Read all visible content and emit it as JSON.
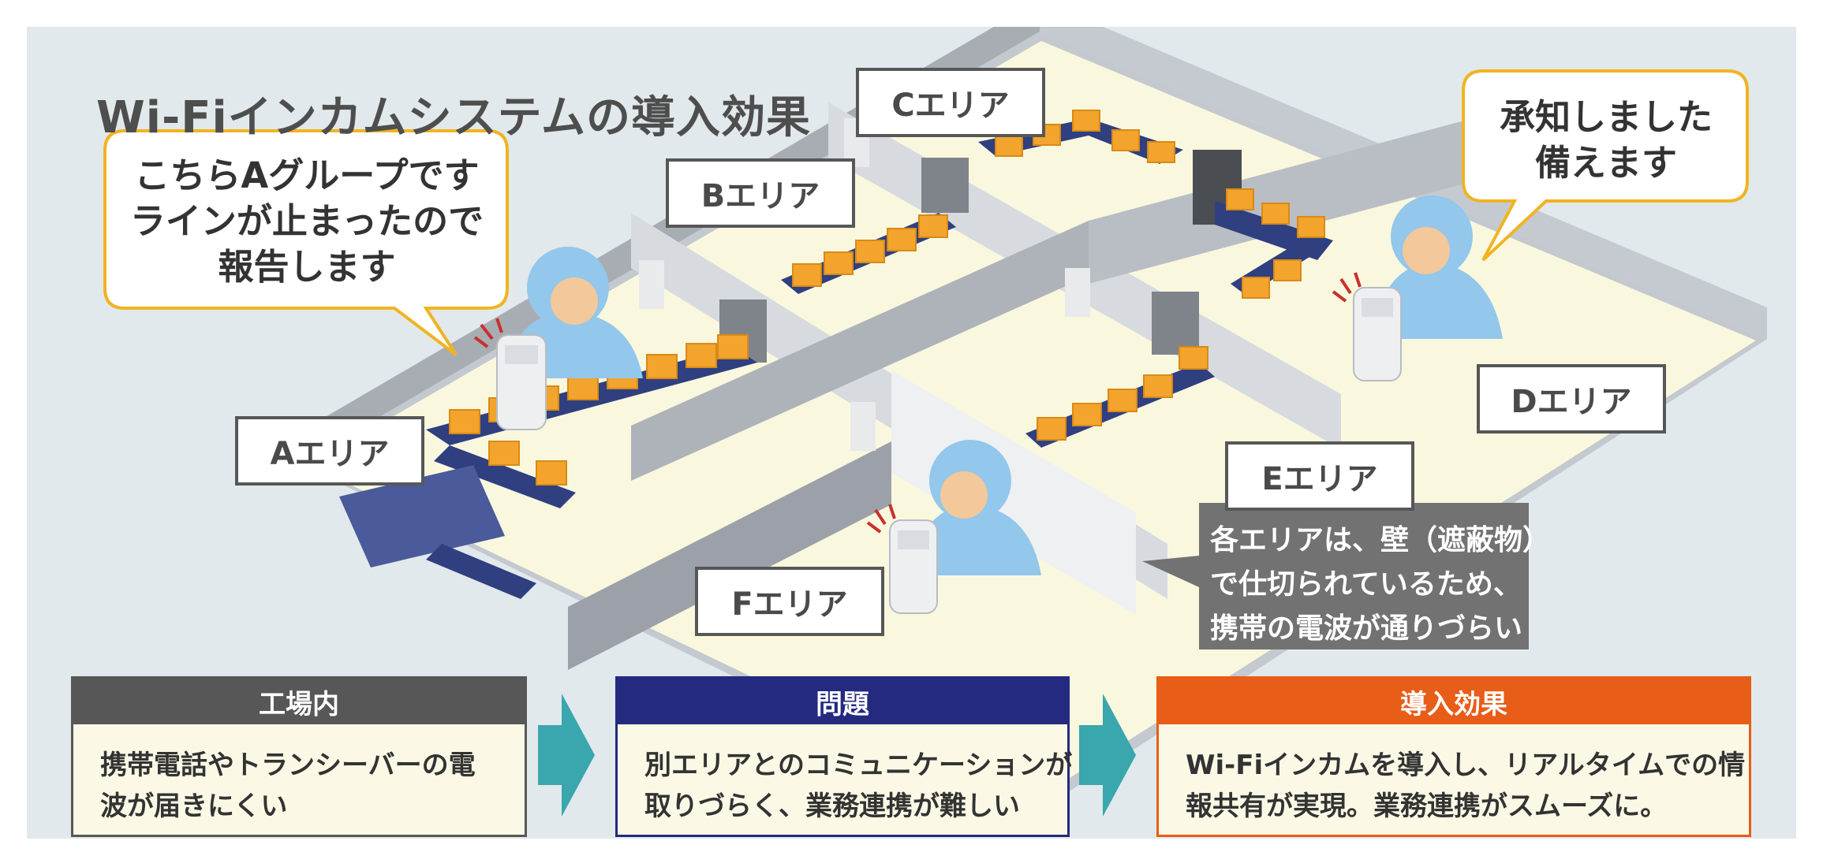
{
  "title": "Wi-Fiインカムシステムの導入効果",
  "areas": {
    "a": "Aエリア",
    "b": "Bエリア",
    "c": "Cエリア",
    "d": "Dエリア",
    "e": "Eエリア",
    "f": "Fエリア"
  },
  "bubble_left": {
    "line1": "こちらAグループです",
    "line2": "ラインが止まったので",
    "line3": "報告します"
  },
  "bubble_right": {
    "line1": "承知しました",
    "line2": "備えます"
  },
  "wall_note": {
    "line1": "各エリアは、壁（遮蔽物）",
    "line2": "で仕切られているため、",
    "line3": "携帯の電波が通りづらい"
  },
  "boxes": [
    {
      "heading": "工場内",
      "line1": "携帯電話やトランシーバーの電",
      "line2": "波が届きにくい",
      "color": "#575757"
    },
    {
      "heading": "問題",
      "line1": "別エリアとのコミュニケーションが",
      "line2": "取りづらく、業務連携が難しい",
      "color": "#232a80"
    },
    {
      "heading": "導入効果",
      "line1": "Wi-Fiインカムを導入し、リアルタイムでの情",
      "line2": "報共有が実現。業務連携がスムーズに。",
      "color": "#e85d18"
    }
  ],
  "colors": {
    "panel": "#e1e9ec",
    "floor": "#f9f8de",
    "wall": "#9a9ea6",
    "conveyor": "#2f3f80",
    "box": "#f2a42c",
    "worker": "#93c7ec",
    "bubble_border": "#f0b422",
    "arrow": "#3aa6ad"
  }
}
